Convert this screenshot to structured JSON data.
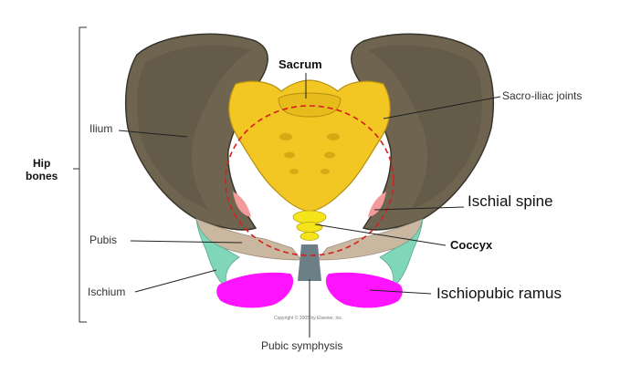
{
  "labels": {
    "hip_bones": "Hip\nbones",
    "sacrum": "Sacrum",
    "sacroiliac_joints": "Sacro-iliac joints",
    "ilium": "Ilium",
    "ischial_spine": "Ischial spine",
    "pubis": "Pubis",
    "coccyx": "Coccyx",
    "ischium": "Ischium",
    "ischiopubic_ramus": "Ischiopubic ramus",
    "pubic_symphysis": "Pubic symphysis",
    "copyright": "Copyright © 2005 by Elsevier, Inc."
  },
  "colors": {
    "ilium": "#6e6450",
    "ilium_dark": "#4a4436",
    "sacrum": "#f2c623",
    "coccyx": "#f5e41c",
    "pubis": "#c9b7a0",
    "ischium": "#7fd6b8",
    "ischiopubic_ramus": "#ff14ff",
    "ischial_spine": "#f39a9a",
    "pubic_symphysis": "#6d7f86",
    "pelvic_brim": "#d81e1e",
    "leader_line": "#222222"
  }
}
